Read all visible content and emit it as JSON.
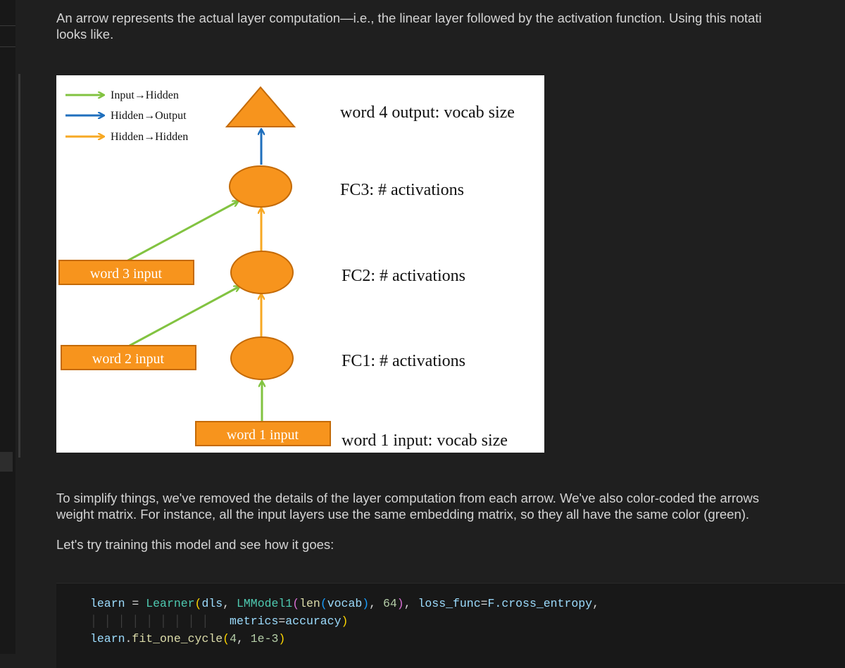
{
  "notebook": {
    "paragraph_1_line_1": "An arrow represents the actual layer computation—i.e., the linear layer followed by the activation function. Using this notati",
    "paragraph_1_line_2": "looks like.",
    "paragraph_2_line_1": "To simplify things, we've removed the details of the layer computation from each arrow. We've also color-coded the arrows",
    "paragraph_2_line_2": "weight matrix. For instance, all the input layers use the same embedding matrix, so they all have the same color (green).",
    "paragraph_3": "Let's try training this model and see how it goes:"
  },
  "diagram": {
    "legend": [
      {
        "label": "Input→Hidden",
        "color": "#82c341"
      },
      {
        "label": "Hidden→Output",
        "color": "#1f6fbd"
      },
      {
        "label": "Hidden→Hidden",
        "color": "#f7a823"
      }
    ],
    "node_fill": "#f7941d",
    "node_stroke": "#c46a06",
    "input_boxes": [
      "word 3 input",
      "word 2 input",
      "word 1 input"
    ],
    "layer_labels": {
      "output": "word 4 output: vocab size",
      "fc3": "FC3: # activations",
      "fc2": "FC2: # activations",
      "fc1": "FC1: # activations",
      "input": "word 1 input: vocab size"
    }
  },
  "code_cell": {
    "line_1": {
      "learn": "learn",
      "eq": " = ",
      "learner": "Learner",
      "p_open": "(",
      "dls": "dls",
      "comma1": ", ",
      "model": "LMModel1",
      "p2_open": "(",
      "len": "len",
      "p3_open": "(",
      "vocab": "vocab",
      "p3_close": ")",
      "comma2": ", ",
      "n64": "64",
      "p2_close": ")",
      "comma3": ", ",
      "loss_kw": "loss_func",
      "eq2": "=",
      "loss_val": "F.cross_entropy",
      "comma4": ","
    },
    "line_2": {
      "guides": "│ │ │ │ │ │ │ │ │",
      "metrics_kw": "metrics",
      "eq": "=",
      "metrics_val": "accuracy",
      "p_close": ")"
    },
    "line_3": {
      "learn": "learn",
      "dot": ".",
      "fn": "fit_one_cycle",
      "p_open": "(",
      "n4": "4",
      "comma": ", ",
      "lr": "1e-3",
      "p_close": ")"
    }
  }
}
